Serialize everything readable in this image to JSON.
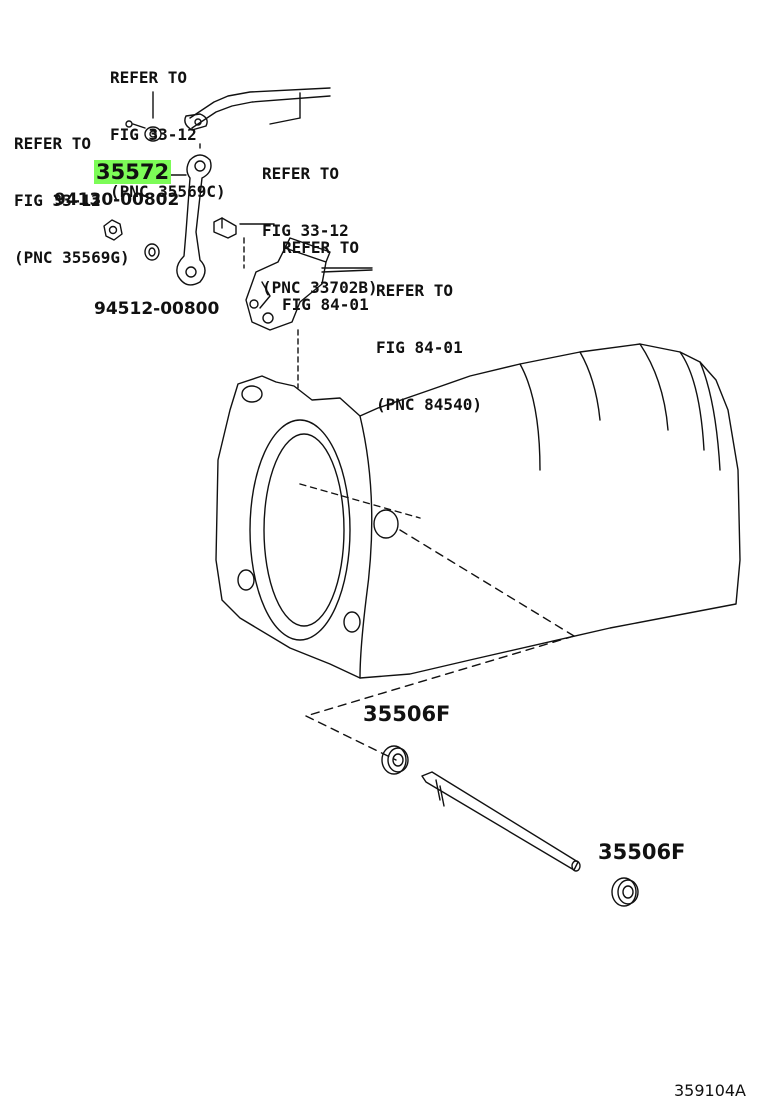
{
  "diagram": {
    "figure_number": "359104A",
    "highlight_color": "#7CFC57",
    "refs": [
      {
        "lines": [
          "REFER TO",
          "FIG 33-12",
          "(PNC 35569C)"
        ]
      },
      {
        "lines": [
          "REFER TO",
          "FIG 33-12",
          "(PNC 35569G)"
        ]
      },
      {
        "lines": [
          "REFER TO",
          "FIG 33-12",
          "(PNC 33702B)"
        ]
      },
      {
        "lines": [
          "REFER TO",
          "FIG 84-01"
        ]
      },
      {
        "lines": [
          "REFER TO",
          "FIG 84-01",
          "(PNC 84540)"
        ]
      }
    ],
    "part_numbers": {
      "highlighted": "35572",
      "nut": "94130-00802",
      "washer": "94512-00800",
      "seal_1": "35506F",
      "seal_2": "35506F"
    }
  }
}
